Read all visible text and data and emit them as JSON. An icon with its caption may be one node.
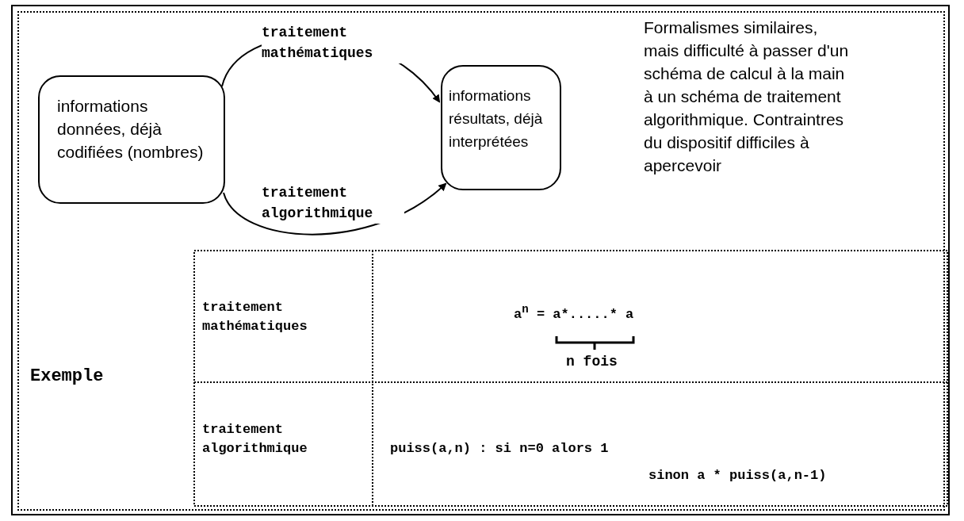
{
  "diagram": {
    "nodes": [
      {
        "text": [
          "informations données, déjà codifiées (nombres)"
        ]
      },
      {
        "text": [
          "informations résultats, déjà interprétées"
        ]
      }
    ],
    "edges": [
      {
        "from": 0,
        "to": 1,
        "arrow": "to",
        "label": "traitement mathématiques"
      },
      {
        "from": 0,
        "to": 1,
        "arrow": "to",
        "label": "traitement algorithmique"
      }
    ],
    "labels": [
      "Formalismes similaires, mais difficulté à passer d'un schéma de calcul à la main à un schéma de traitement algorithmique. Contraintres du dispositif difficiles à apercevoir",
      "Exemple",
      "traitement mathématiques",
      "a$^{n}$ = a*.....* a",
      "n fois",
      "traitement algorithmique",
      "puiss(a,n) : si n=0 alors 1",
      "sinon a * puiss(a,n-1)"
    ]
  }
}
